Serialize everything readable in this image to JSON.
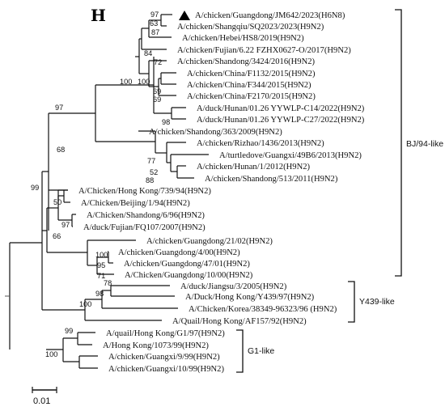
{
  "panel_label": "H",
  "taxa": [
    "A/chicken/Guangdong/JM642/2023(H6N8)",
    "A/chicken/Shangqiu/SQ2023/2023(H9N2)",
    "A/chicken/Hebei/HS8/2019(H9N2)",
    "A/chicken/Fujian/6.22 FZHX0627-O/2017(H9N2)",
    "A/chicken/Shandong/3424/2016(H9N2)",
    "A/chicken/China/F1132/2015(H9N2)",
    "A/chicken/China/F344/2015(H9N2)",
    "A/chicken/China/F2170/2015(H9N2)",
    "A/duck/Hunan/01.26 YYWLP-C14/2022(H9N2)",
    "A/duck/Hunan/01.26 YYWLP-C27/2022(H9N2)",
    "A/chicken/Shandong/363/2009(H9N2)",
    "A/chicken/Rizhao/1436/2013(H9N2)",
    "A/turtledove/Guangxi/49B6/2013(H9N2)",
    "A/chicken/Hunan/1/2012(H9N2)",
    "A/chicken/Shandong/513/2011(H9N2)",
    "A/Chicken/Hong Kong/739/94(H9N2)",
    "A/Chicken/Beijing/1/94(H9N2)",
    "A/Chicken/Shandong/6/96(H9N2)",
    "A/duck/Fujian/FQ107/2007(H9N2)",
    "A/chicken/Guangdong/21/02(H9N2)",
    "A/chicken/Guangdong/4/00(H9N2)",
    "A/chicken/Guangdong/47/01(H9N2)",
    "A/Chicken/Guangdong/10/00(H9N2)",
    "A/duck/Jiangsu/3/2005(H9N2)",
    "A/Duck/Hong Kong/Y439/97(H9N2)",
    "A/Chicken/Korea/38349-96323/96 (H9N2)",
    "A/Quail/Hong Kong/AF157/92(H9N2)",
    "A/quail/Hong Kong/G1/97(H9N2)",
    "A/Hong Kong/1073/99(H9N2)",
    "A/chicken/Guangxi/9/99(H9N2)",
    "A/chicken/Guangxi/10/99(H9N2)"
  ],
  "bootstrap": [
    "97",
    "87",
    "63",
    "84",
    "72",
    "100",
    "69",
    "69",
    "100",
    "98",
    "97",
    "68",
    "77",
    "52",
    "88",
    "99",
    "50",
    "97",
    "66",
    "100",
    "95",
    "71",
    "78",
    "98",
    "100",
    "99",
    "100"
  ],
  "clades": [
    {
      "name": "BJ/94-like"
    },
    {
      "name": "Y439-like"
    },
    {
      "name": "G1-like"
    }
  ],
  "scale_bar": {
    "label": "0.01"
  },
  "marker": {
    "symbol": "▲",
    "taxon": "A/chicken/Guangdong/JM642/2023(H6N8)"
  }
}
